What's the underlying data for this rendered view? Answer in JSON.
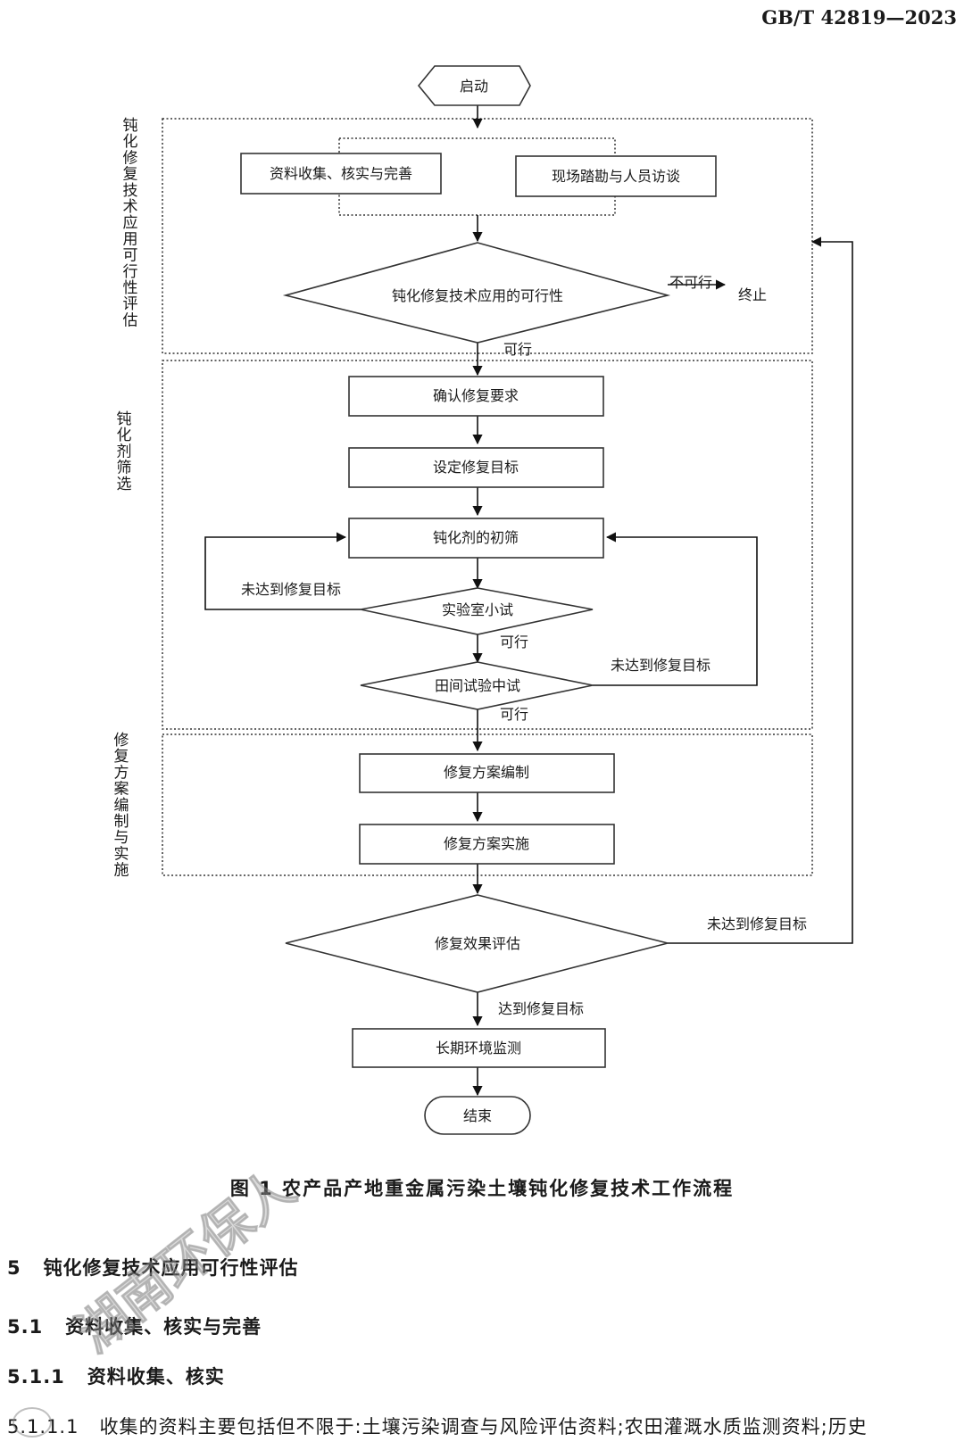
{
  "header": "GB/T  42819—2023",
  "phases": {
    "feasibility": [
      "钝",
      "化",
      "修",
      "复",
      "技",
      "术",
      "应",
      "用",
      "可",
      "行",
      "性",
      "评",
      "估"
    ],
    "screening": [
      "钝",
      "化",
      "剂",
      "筛",
      "选"
    ],
    "plan": [
      "修",
      "复",
      "方",
      "案",
      "编",
      "制",
      "与",
      "实",
      "施"
    ]
  },
  "nodes": {
    "start": "启动",
    "collect": "资料收集、核实与完善",
    "survey": "现场踏勘与人员访谈",
    "feasibility": "钝化修复技术应用的可行性",
    "terminate": "终止",
    "confirm": "确认修复要求",
    "target": "设定修复目标",
    "prescreen": "钝化剂的初筛",
    "lab": "实验室小试",
    "field": "田间试验中试",
    "compile": "修复方案编制",
    "implement": "修复方案实施",
    "evaluate": "修复效果评估",
    "monitor": "长期环境监测",
    "end": "结束"
  },
  "edges": {
    "not_feasible": "不可行",
    "feasible_1": "可行",
    "lab_fail": "未达到修复目标",
    "lab_pass": "可行",
    "field_fail": "未达到修复目标",
    "field_pass": "可行",
    "eval_fail": "未达到修复目标",
    "eval_pass": "达到修复目标"
  },
  "caption": "图 1    农产品产地重金属污染土壤钝化修复技术工作流程",
  "sections": {
    "s5": {
      "num": "5",
      "title": "钝化修复技术应用可行性评估"
    },
    "s51": {
      "num": "5.1",
      "title": "资料收集、核实与完善"
    },
    "s511": {
      "num": "5.1.1",
      "title": "资料收集、核实"
    },
    "s5111": {
      "num": "5.1.1.1",
      "text": "收集的资料主要包括但不限于:土壤污染调查与风险评估资料;农田灌溉水质监测资料;历史"
    }
  },
  "watermark": "湖南环保人"
}
